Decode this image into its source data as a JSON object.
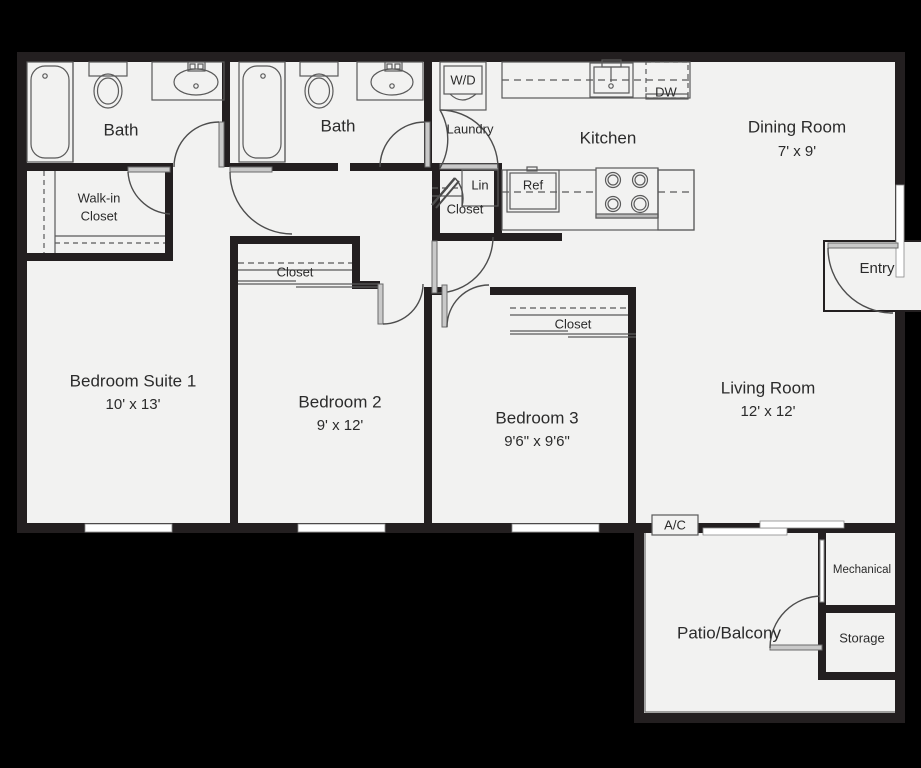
{
  "plan": {
    "background_color": "#000000",
    "floor_fill": "#f2f2f1",
    "wall_color": "#231f20",
    "fixture_stroke": "#4d4d4d",
    "label_color": "#2b2b2b"
  },
  "rooms": [
    {
      "id": "bath-1",
      "name": "Bath",
      "label": "Bath",
      "dims": ""
    },
    {
      "id": "walk-in-closet",
      "name": "Walk-in Closet",
      "label_line1": "Walk-in",
      "label_line2": "Closet"
    },
    {
      "id": "bath-2",
      "name": "Bath",
      "label": "Bath",
      "dims": ""
    },
    {
      "id": "laundry",
      "name": "Laundry",
      "label": "Laundry",
      "dims": ""
    },
    {
      "id": "kitchen",
      "name": "Kitchen",
      "label": "Kitchen",
      "dims": ""
    },
    {
      "id": "dining-room",
      "name": "Dining Room",
      "label": "Dining Room",
      "dims": "7' x 9'"
    },
    {
      "id": "entry",
      "name": "Entry",
      "label": "Entry",
      "dims": ""
    },
    {
      "id": "bedroom-1",
      "name": "Bedroom Suite 1",
      "label": "Bedroom Suite 1",
      "dims": "10' x 13'"
    },
    {
      "id": "bedroom-2",
      "name": "Bedroom 2",
      "label": "Bedroom 2",
      "dims": "9' x 12'"
    },
    {
      "id": "bedroom-3",
      "name": "Bedroom 3",
      "label": "Bedroom 3",
      "dims": "9'6\" x 9'6\""
    },
    {
      "id": "living-room",
      "name": "Living Room",
      "label": "Living Room",
      "dims": "12' x 12'"
    },
    {
      "id": "patio-balcony",
      "name": "Patio/Balcony",
      "label": "Patio/Balcony",
      "dims": ""
    },
    {
      "id": "mechanical",
      "name": "Mechanical",
      "label": "Mechanical",
      "dims": ""
    },
    {
      "id": "storage",
      "name": "Storage",
      "label": "Storage",
      "dims": ""
    }
  ],
  "closets": {
    "bedroom2_closet": "Closet",
    "bedroom3_closet": "Closet",
    "hall_closet": "Closet",
    "linen": "Lin"
  },
  "appliances": {
    "washer_dryer": "W/D",
    "dishwasher": "DW",
    "refrigerator": "Ref",
    "air_conditioner": "A/C"
  },
  "labels": {
    "bath1": "Bath",
    "bath2": "Bath",
    "walkin_line1": "Walk-in",
    "walkin_line2": "Closet",
    "laundry": "Laundry",
    "kitchen": "Kitchen",
    "dining_name": "Dining Room",
    "dining_dims": "7' x 9'",
    "entry": "Entry",
    "bed1_name": "Bedroom Suite 1",
    "bed1_dims": "10' x 13'",
    "bed2_name": "Bedroom 2",
    "bed2_dims": "9' x 12'",
    "bed3_name": "Bedroom 3",
    "bed3_dims": "9'6\" x 9'6\"",
    "living_name": "Living Room",
    "living_dims": "12' x 12'",
    "patio": "Patio/Balcony",
    "mechanical": "Mechanical",
    "storage": "Storage",
    "closet_b2": "Closet",
    "closet_b3": "Closet",
    "closet_hall": "Closet",
    "lin": "Lin",
    "wd": "W/D",
    "dw": "DW",
    "ref": "Ref",
    "ac": "A/C"
  }
}
